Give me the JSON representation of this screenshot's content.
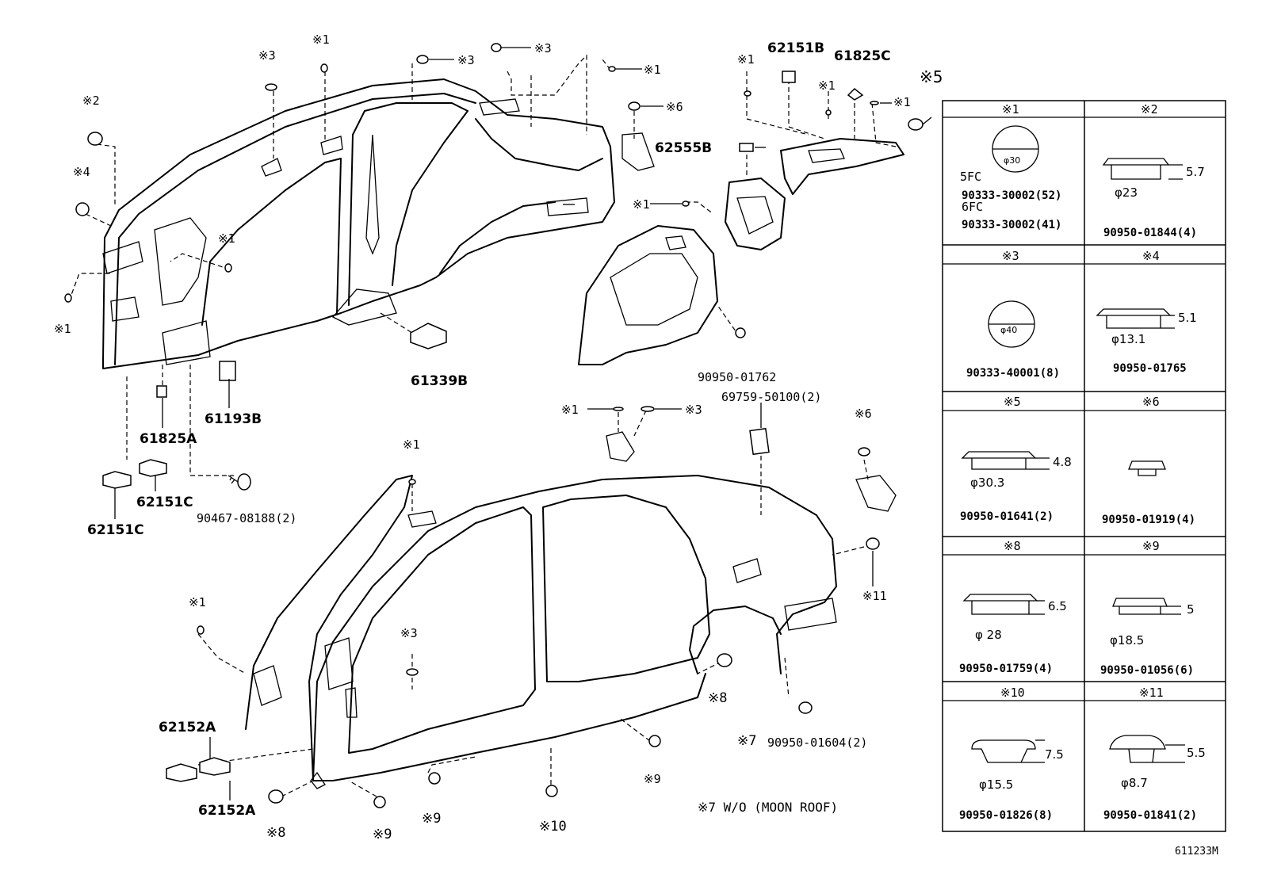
{
  "diagram": {
    "doc_code": "611233M",
    "note_7": "※7 W/O (MOON ROOF)",
    "upper_labels": {
      "a1": "※1",
      "a2": "※2",
      "a3": "※3",
      "a3b": "※3",
      "a3c": "※3",
      "a4": "※4",
      "a1b": "※1",
      "a1c": "※1",
      "a1d": "※1",
      "a1e": "※1",
      "a1f": "※1",
      "a1g": "※1",
      "a1h": "※1",
      "a5": "※5",
      "a6": "※6",
      "p62151B": "62151B",
      "p61825C": "61825C",
      "p62555B": "62555B",
      "p61339B": "61339B",
      "p61193B": "61193B",
      "p61825A": "61825A",
      "p62151C_a": "62151C",
      "p62151C_b": "62151C",
      "p90467": "90467-08188(2)",
      "p9095001762": "90950-01762"
    },
    "lower_labels": {
      "b1": "※1",
      "b3": "※3",
      "b1b": "※1",
      "b1c": "※1",
      "b3b": "※3",
      "b6": "※6",
      "b11": "※11",
      "b8": "※8",
      "b8b": "※8",
      "b9": "※9",
      "b9b": "※9",
      "b9c": "※9",
      "b10": "※10",
      "b7": "※7",
      "p69759": "69759-50100(2)",
      "p9095001604": "90950-01604(2)",
      "p62152A_a": "62152A",
      "p62152A_b": "62152A"
    }
  },
  "legend": {
    "cells": [
      {
        "mark": "※1",
        "line1": "5FC",
        "line2": "90333-30002(52)",
        "line3": "6FC",
        "line4": "90333-30002(41)",
        "dia": "φ30"
      },
      {
        "mark": "※2",
        "part": "90950-01844(4)",
        "d1": "5.7",
        "d2": "φ23"
      },
      {
        "mark": "※3",
        "part": "90333-40001(8)",
        "dia": "φ40"
      },
      {
        "mark": "※4",
        "part": "90950-01765",
        "d1": "5.1",
        "d2": "φ13.1"
      },
      {
        "mark": "※5",
        "part": "90950-01641(2)",
        "d1": "4.8",
        "d2": "φ30.3"
      },
      {
        "mark": "※6",
        "part": "90950-01919(4)"
      },
      {
        "mark": "※8",
        "part": "90950-01759(4)",
        "d1": "6.5",
        "d2": "φ 28"
      },
      {
        "mark": "※9",
        "part": "90950-01056(6)",
        "d1": "5",
        "d2": "φ18.5"
      },
      {
        "mark": "※10",
        "part": "90950-01826(8)",
        "d1": "7.5",
        "d2": "φ15.5"
      },
      {
        "mark": "※11",
        "part": "90950-01841(2)",
        "d1": "5.5",
        "d2": "φ8.7"
      }
    ]
  }
}
